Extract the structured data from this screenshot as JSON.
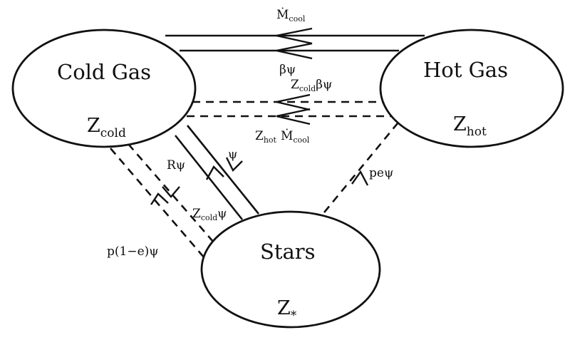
{
  "nodes": {
    "cold": {
      "name": "Cold Gas",
      "var": "Z",
      "sub": "cold"
    },
    "hot": {
      "name": "Hot Gas",
      "var": "Z",
      "sub": "hot"
    },
    "stars": {
      "name": "Stars",
      "var": "Z",
      "sub": "*"
    }
  },
  "labels": {
    "mdot_cool": {
      "main": "Ṁ",
      "sub": "cool"
    },
    "beta_psi": {
      "main": "βψ"
    },
    "zcold_beta_psi": {
      "z": "Z",
      "zsub": "cold",
      "tail": "βψ"
    },
    "zhot_mdot_cool": {
      "z": "Z",
      "zsub": "hot",
      "m": "Ṁ",
      "msub": "cool"
    },
    "r_psi": {
      "main": "Rψ"
    },
    "psi": {
      "main": "ψ"
    },
    "zcold_psi": {
      "z": "Z",
      "zsub": "cold",
      "tail": "ψ"
    },
    "p1e_psi": {
      "main": "p(1−e)ψ"
    },
    "pe_psi": {
      "main": "peψ"
    }
  }
}
